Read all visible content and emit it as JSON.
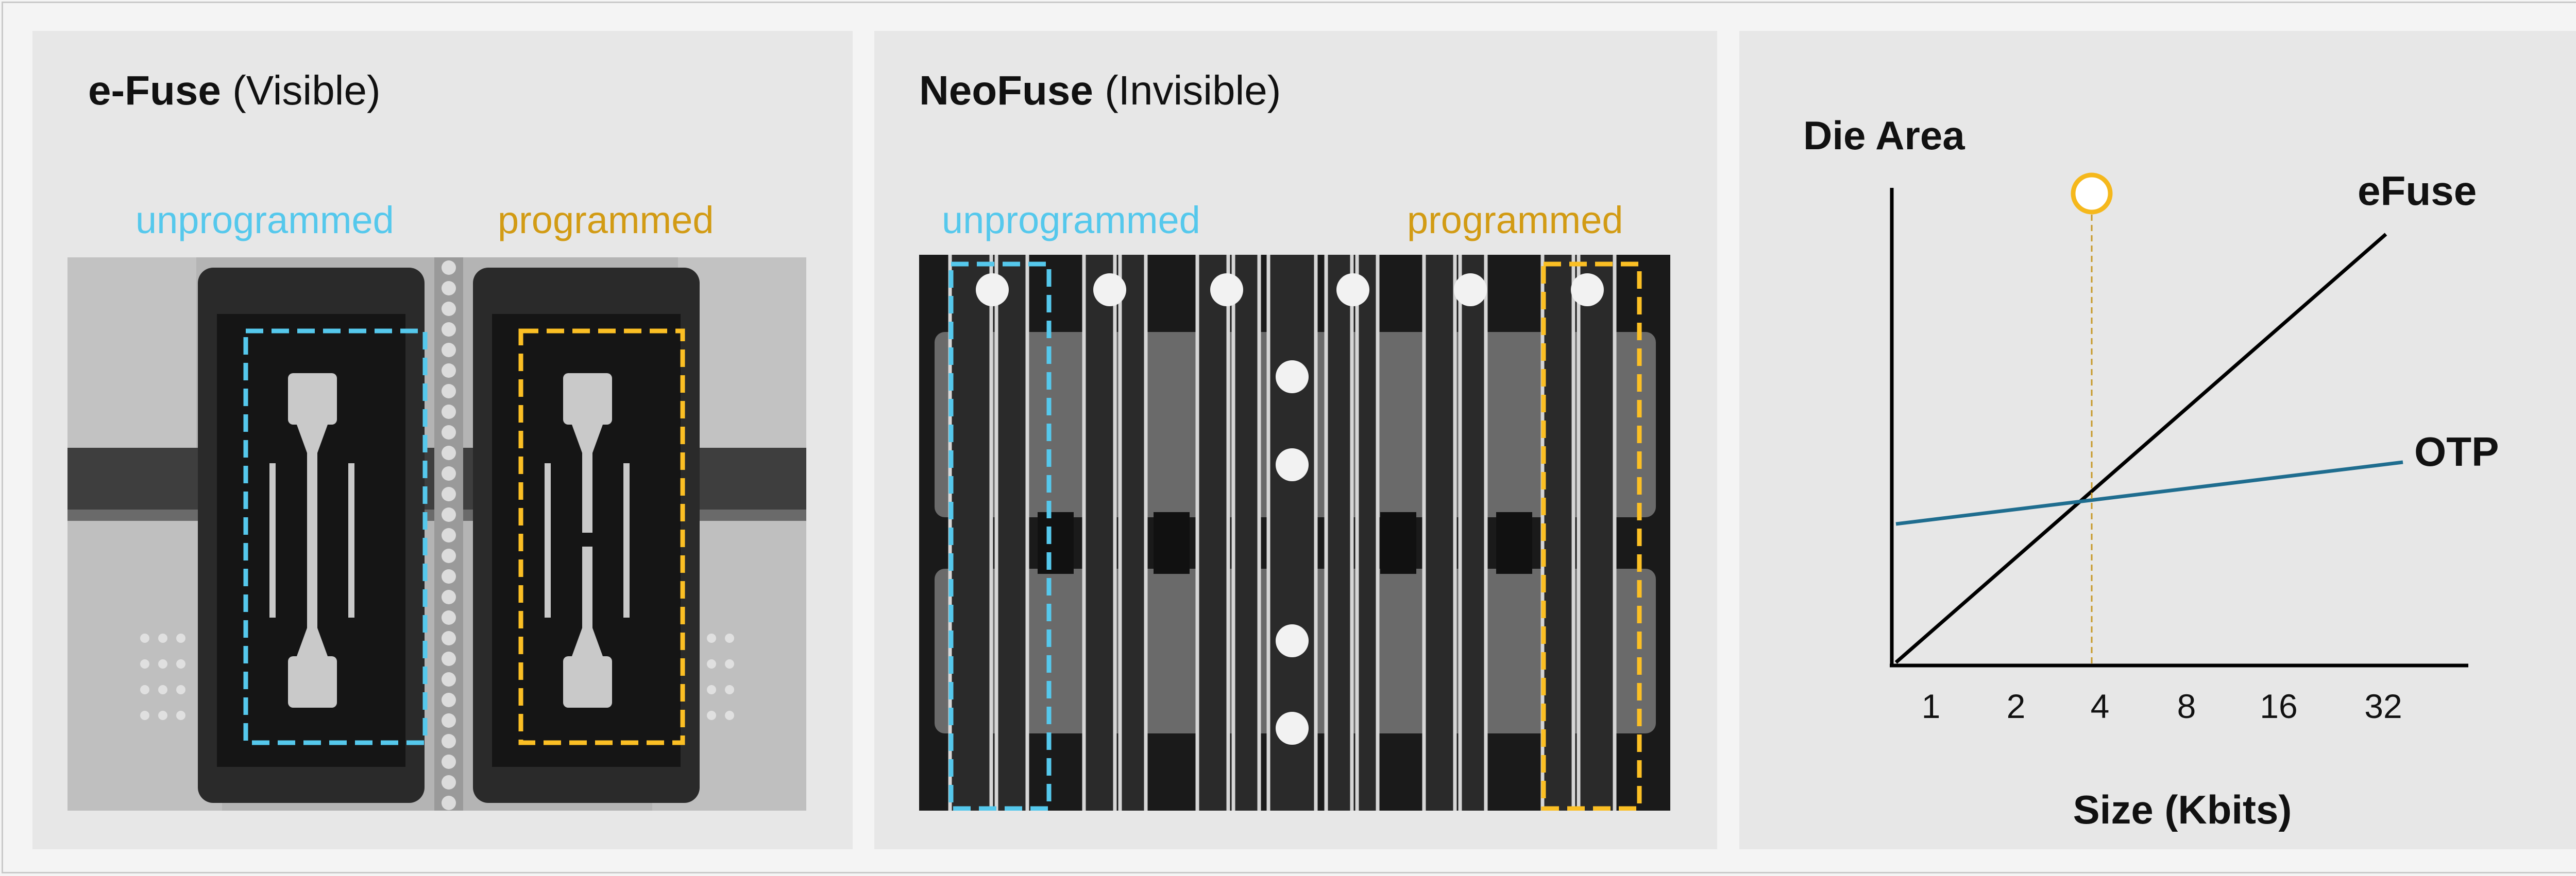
{
  "colors": {
    "unprogrammed": "#55c8ec",
    "programmed": "#fbbf24",
    "programmed_text": "#d29b14",
    "otp_line": "#1f6d8f",
    "marker": "#f5b81c"
  },
  "panels": {
    "efuse": {
      "title_bold": "e-Fuse",
      "title_rest": " (Visible)",
      "label_unprogrammed": "unprogrammed",
      "label_programmed": "programmed"
    },
    "neofuse": {
      "title_bold": "NeoFuse",
      "title_rest": " (Invisible)",
      "label_unprogrammed": "unprogrammed",
      "label_programmed": "programmed"
    }
  },
  "chart_data": {
    "type": "line",
    "ylabel": "Die Area",
    "xlabel": "Size (Kbits)",
    "categories": [
      "1",
      "2",
      "4",
      "8",
      "16",
      "32"
    ],
    "series": [
      {
        "name": "eFuse",
        "start": [
          0.0,
          0.0
        ],
        "end": [
          1.0,
          1.0
        ]
      },
      {
        "name": "OTP",
        "start": [
          0.0,
          0.3
        ],
        "end": [
          1.0,
          0.42
        ]
      }
    ],
    "crossover_marker_x": "4"
  }
}
